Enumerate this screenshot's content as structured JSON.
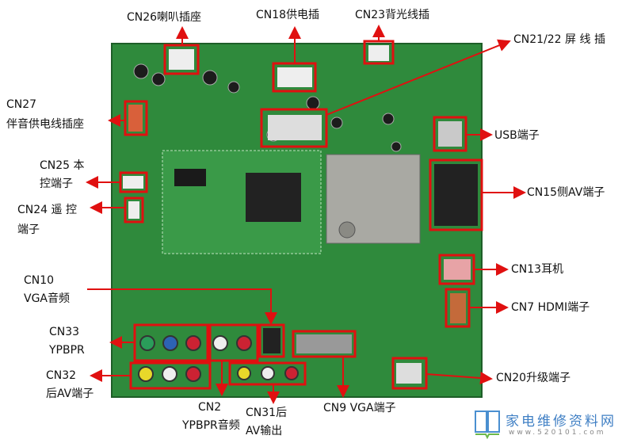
{
  "labels": {
    "cn26": "CN26喇叭插座",
    "cn18": "CN18供电插",
    "cn23": "CN23背光线插",
    "cn21_22": "CN21/22 屏 线 插",
    "cn27_a": "CN27",
    "cn27_b": "伴音供电线插座",
    "usb": "USB端子",
    "cn15": "CN15侧AV端子",
    "cn25_a": "CN25  本",
    "cn25_b": "控端子",
    "cn24_a": "CN24 遥 控",
    "cn24_b": "端子",
    "cn10_a": "CN10",
    "cn10_b": "VGA音频",
    "cn13": "CN13耳机",
    "cn7": "CN7 HDMI端子",
    "cn33_a": "CN33",
    "cn33_b": "YPBPR",
    "cn32_a": "CN32",
    "cn32_b": "后AV端子",
    "cn2_a": "CN2",
    "cn2_b": "YPBPR音频",
    "cn31_a": "CN31后",
    "cn31_b": "AV输出",
    "cn9": "CN9 VGA端子",
    "cn20": "CN20升级端子"
  },
  "watermark": {
    "title": "家电维修资料网",
    "url": "www.520101.com"
  },
  "colors": {
    "board": "#2f8a3c",
    "highlight": "#e01010",
    "arrow": "#e01010"
  }
}
